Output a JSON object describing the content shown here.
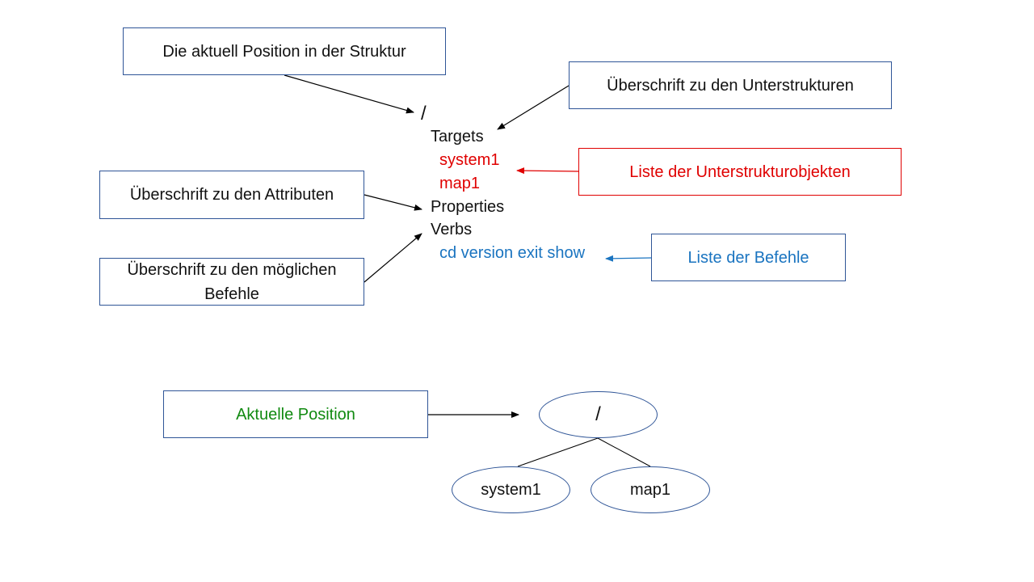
{
  "callouts": {
    "position": "Die aktuell Position in der Struktur",
    "substructure_heading": "Überschrift zu den  Unterstrukturen",
    "substructure_objects": "Liste der Unterstrukturobjekten",
    "attributes_heading": "Überschrift zu den Attributen",
    "verbs_heading": "Überschrift zu den  möglichen Befehle",
    "commands_list": "Liste der Befehle",
    "current_position": "Aktuelle Position"
  },
  "tree": {
    "root": "/",
    "targets_label": "Targets",
    "targets": [
      "system1",
      "map1"
    ],
    "properties_label": "Properties",
    "verbs_label": "Verbs",
    "verbs": "cd version exit show"
  },
  "diagram": {
    "root": "/",
    "children": [
      "system1",
      "map1"
    ]
  },
  "colors": {
    "box_border": "#2f5597",
    "red": "#e00000",
    "green": "#118a11",
    "blue": "#1a74c0"
  }
}
